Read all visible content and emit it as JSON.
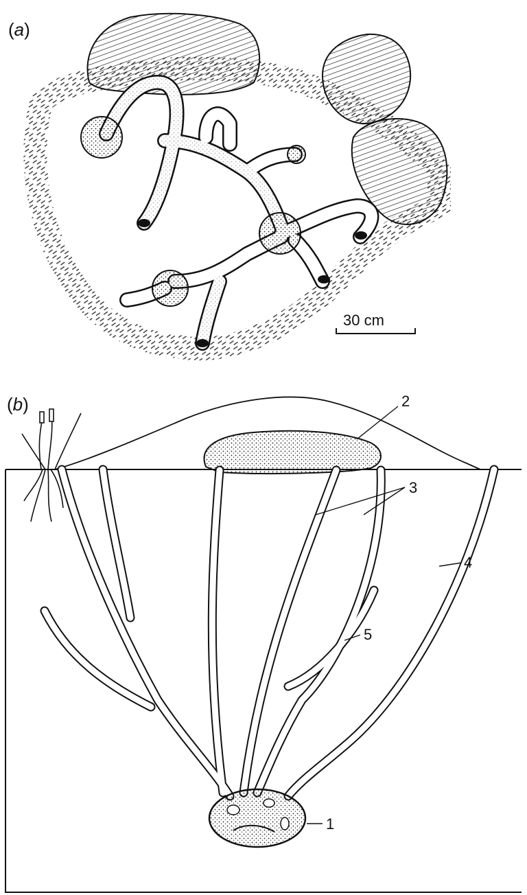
{
  "panel_a": {
    "label_open": "(",
    "label_letter": "a",
    "label_close": ")",
    "scale_bar_text": "30 cm"
  },
  "panel_b": {
    "label_open": "(",
    "label_letter": "b",
    "label_close": ")",
    "callouts": [
      "1",
      "2",
      "3",
      "4",
      "5"
    ]
  }
}
